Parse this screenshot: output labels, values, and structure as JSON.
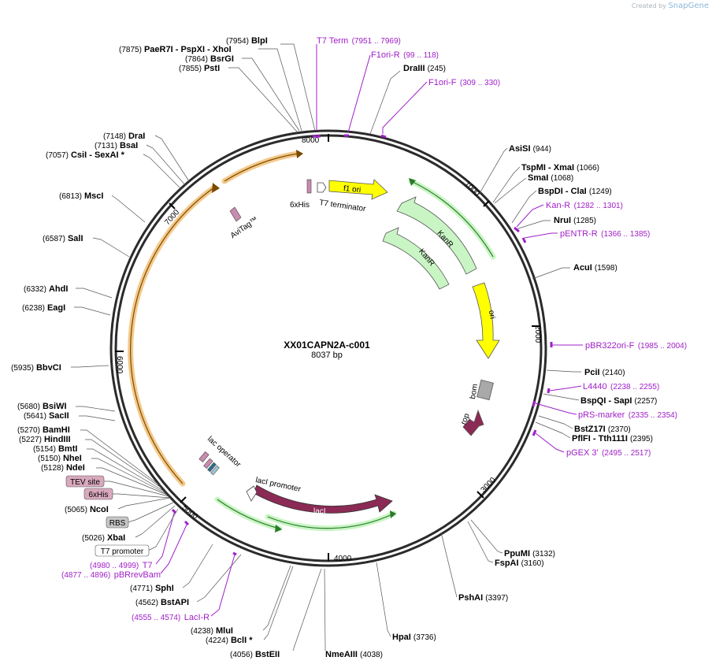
{
  "credit": {
    "prefix": "Created by",
    "brand": "SnapGene"
  },
  "plasmid": {
    "name": "XX01CAPN2A-c001",
    "size_label": "8037 bp"
  },
  "ticks": [
    "1000",
    "2000",
    "3000",
    "4000",
    "5000",
    "6000",
    "7000",
    "8000"
  ],
  "sites": [
    {
      "pos": "(7954)",
      "name": "BlpI"
    },
    {
      "pos": "(7875)",
      "name": "PaeR7I",
      "extra": "- PspXI  - XhoI"
    },
    {
      "pos": "(7864)",
      "name": "BsrGI"
    },
    {
      "pos": "(7855)",
      "name": "PstI"
    },
    {
      "pos": "(245)",
      "name": "DraIII"
    },
    {
      "pos": "(944)",
      "name": "AsiSI"
    },
    {
      "pos": "(1066)",
      "name": "TspMI",
      "extra": "- XmaI"
    },
    {
      "pos": "(1068)",
      "name": "SmaI"
    },
    {
      "pos": "(1249)",
      "name": "BspDI",
      "extra": "- ClaI"
    },
    {
      "pos": "(1285)",
      "name": "NruI"
    },
    {
      "pos": "(1598)",
      "name": "AcuI"
    },
    {
      "pos": "(2140)",
      "name": "PciI"
    },
    {
      "pos": "(2257)",
      "name": "BspQI",
      "extra": "- SapI"
    },
    {
      "pos": "(2370)",
      "name": "BstZ17I"
    },
    {
      "pos": "(2395)",
      "name": "PflFI",
      "extra": "- Tth111I"
    },
    {
      "pos": "(3132)",
      "name": "PpuMI"
    },
    {
      "pos": "(3160)",
      "name": "FspAI"
    },
    {
      "pos": "(3397)",
      "name": "PshAI"
    },
    {
      "pos": "(3736)",
      "name": "HpaI"
    },
    {
      "pos": "(4038)",
      "name": "NmeAIII"
    },
    {
      "pos": "(4056)",
      "name": "BstEII"
    },
    {
      "pos": "(4224)",
      "name": "BclI *"
    },
    {
      "pos": "(4238)",
      "name": "MluI"
    },
    {
      "pos": "(4562)",
      "name": "BstAPI"
    },
    {
      "pos": "(4771)",
      "name": "SphI"
    },
    {
      "pos": "(5026)",
      "name": "XbaI"
    },
    {
      "pos": "(5065)",
      "name": "NcoI"
    },
    {
      "pos": "(5128)",
      "name": "NdeI"
    },
    {
      "pos": "(5150)",
      "name": "NheI"
    },
    {
      "pos": "(5154)",
      "name": "BmtI"
    },
    {
      "pos": "(5227)",
      "name": "HindIII"
    },
    {
      "pos": "(5270)",
      "name": "BamHI"
    },
    {
      "pos": "(5641)",
      "name": "SacII"
    },
    {
      "pos": "(5680)",
      "name": "BsiWI"
    },
    {
      "pos": "(5935)",
      "name": "BbvCI"
    },
    {
      "pos": "(6238)",
      "name": "EagI"
    },
    {
      "pos": "(6332)",
      "name": "AhdI"
    },
    {
      "pos": "(6587)",
      "name": "SalI"
    },
    {
      "pos": "(6813)",
      "name": "MscI"
    },
    {
      "pos": "(7057)",
      "name": "CsiI",
      "extra": "- SexAI *"
    },
    {
      "pos": "(7131)",
      "name": "BsaI"
    },
    {
      "pos": "(7148)",
      "name": "DraI"
    }
  ],
  "primers": [
    {
      "name": "T7 Term",
      "range": "(7951 .. 7969)"
    },
    {
      "name": "F1ori-R",
      "range": "(99 .. 118)"
    },
    {
      "name": "F1ori-F",
      "range": "(309 .. 330)"
    },
    {
      "name": "Kan-R",
      "range": "(1282 .. 1301)"
    },
    {
      "name": "pENTR-R",
      "range": "(1366 .. 1385)"
    },
    {
      "name": "pBR322ori-F",
      "range": "(1985 .. 2004)"
    },
    {
      "name": "L4440",
      "range": "(2238 .. 2255)"
    },
    {
      "name": "pRS-marker",
      "range": "(2335 .. 2354)"
    },
    {
      "name": "pGEX 3'",
      "range": "(2495 .. 2517)"
    },
    {
      "name": "LacI-R",
      "range": "(4555 .. 4574)"
    },
    {
      "name": "pBRrevBam",
      "range": "(4877 .. 4896)"
    },
    {
      "name": "T7",
      "range": "(4980 .. 4999)"
    }
  ],
  "boxed_features": [
    {
      "name": "TEV site",
      "color": "#d9a9bd"
    },
    {
      "name": "6xHis",
      "color": "#d9a9bd"
    },
    {
      "name": "RBS",
      "color": "#c6c6c6"
    },
    {
      "name": "T7 promoter",
      "color": "#ffffff"
    }
  ],
  "features": {
    "f1_ori": "f1 ori",
    "kanr1": "KanR",
    "kanr2": "KanR",
    "ori": "ori",
    "bom": "bom",
    "rop": "rop",
    "laci": "lacI",
    "laci_promoter": "lacI promoter",
    "lac_operator": "lac operator",
    "sixhis_top": "6xHis",
    "t7_terminator": "T7 terminator",
    "avitag": "AviTag™"
  },
  "colors": {
    "backbone": "#2b2b2b",
    "primer": "#a020c8",
    "orange_orf": "#f4c98a",
    "green_orf": "#c9f5c4",
    "kanr": "#c9f5c4",
    "ori": "#ffff00",
    "f1_ori": "#ffff00",
    "laci": "#8b2a55",
    "rop": "#8b2a55",
    "bom": "#a9a9a9",
    "avitag": "#c98bb0"
  }
}
